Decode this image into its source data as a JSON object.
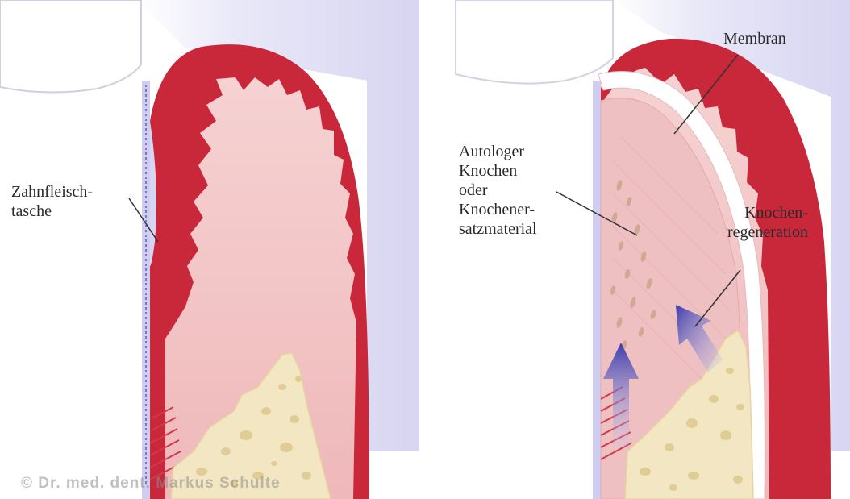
{
  "left_panel": {
    "pocket_label_line1": "Zahnfleisch-",
    "pocket_label_line2": "tasche"
  },
  "right_panel": {
    "membrane_label": "Membran",
    "graft_label_line1": "Autologer",
    "graft_label_line2": "Knochen",
    "graft_label_line3": "oder",
    "graft_label_line4": "Knochener-",
    "graft_label_line5": "satzmaterial",
    "regeneration_label_line1": "Knochen-",
    "regeneration_label_line2": "regeneration"
  },
  "watermark": "© Dr. med. dent. Markus Schulte",
  "colors": {
    "gum_red": "#c8283a",
    "tissue_pink": "#f2c4c4",
    "bone_yellow": "#f3e6c2",
    "tooth_lavender": "#d8d6f2",
    "arrow_blue": "#4a4ab0",
    "membrane_white": "#ffffff"
  }
}
